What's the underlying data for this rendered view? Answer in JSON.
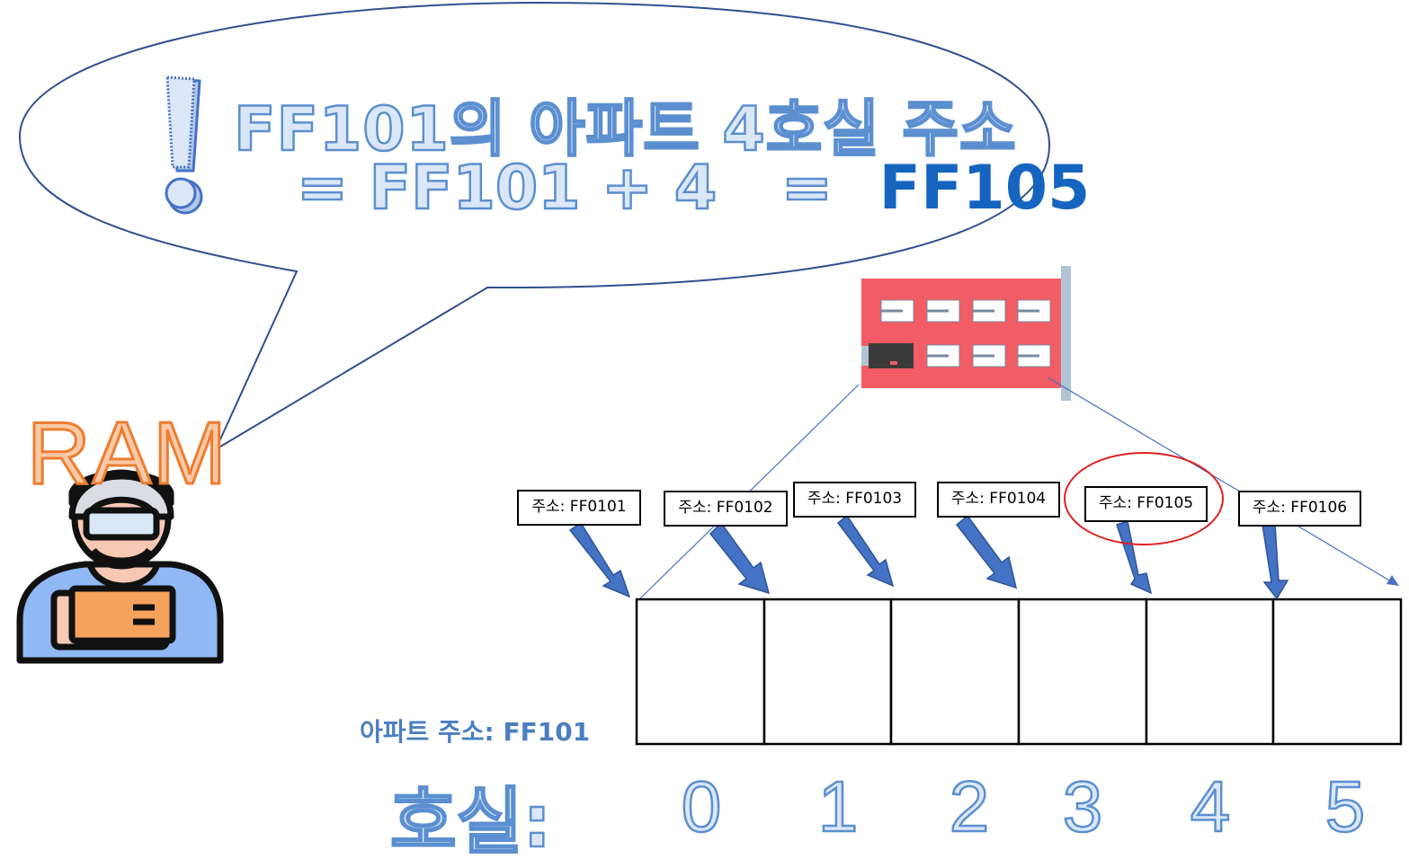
{
  "bubble": {
    "line1": "FF101의 아파트 4호실 주소",
    "line2_expr": "=  FF101  +  4",
    "line2_eq": "=",
    "line2_result": "FF105"
  },
  "ram_label": "RAM",
  "apartment_address_label": "아파트 주소: FF101",
  "room_label": "호실:",
  "rooms": [
    "0",
    "1",
    "2",
    "3",
    "4",
    "5"
  ],
  "cell_addresses": [
    "주소: FF0101",
    "주소: FF0102",
    "주소: FF0103",
    "주소: FF0104",
    "주소: FF0105",
    "주소: FF0106"
  ],
  "highlighted_room": 4,
  "colors": {
    "bubble_outline": "#2f4f8f",
    "arrow_fill": "#4472c4",
    "highlight_circle": "#e02020",
    "building": "#f25c64",
    "ram_text": "#ed7d31"
  },
  "icons": {
    "exclamation": "exclamation-icon",
    "building": "apartment-building-icon",
    "user": "developer-user-icon"
  }
}
